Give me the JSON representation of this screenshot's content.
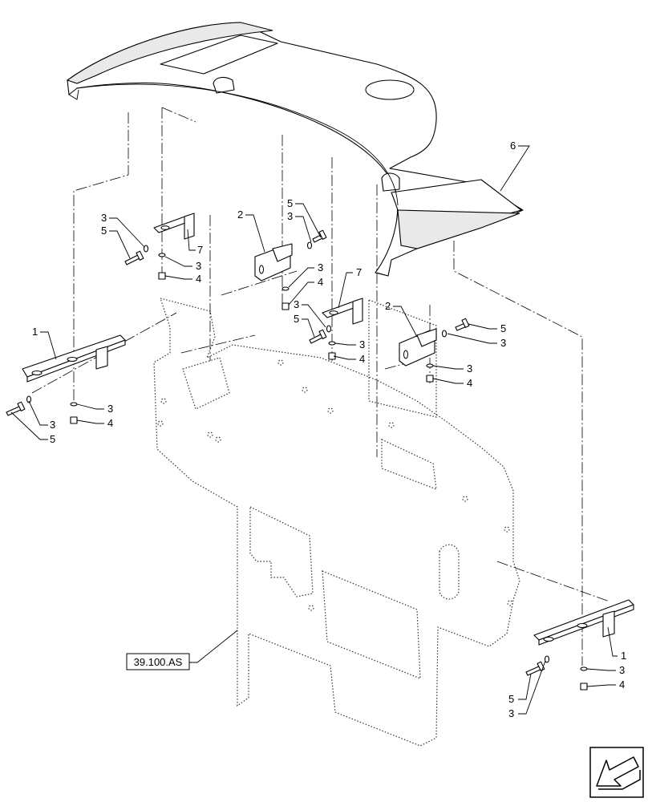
{
  "callouts": [
    {
      "id": "c6",
      "text": "6"
    },
    {
      "id": "c2a",
      "text": "2"
    },
    {
      "id": "c3a",
      "text": "3"
    },
    {
      "id": "c5a",
      "text": "5"
    },
    {
      "id": "c7a",
      "text": "7"
    },
    {
      "id": "c3b",
      "text": "3"
    },
    {
      "id": "c4a",
      "text": "4"
    },
    {
      "id": "c5b",
      "text": "5"
    },
    {
      "id": "c3c",
      "text": "3"
    },
    {
      "id": "c3d",
      "text": "3"
    },
    {
      "id": "c4b",
      "text": "4"
    },
    {
      "id": "c7b",
      "text": "7"
    },
    {
      "id": "c3e",
      "text": "3"
    },
    {
      "id": "c5c",
      "text": "5"
    },
    {
      "id": "c3f",
      "text": "3"
    },
    {
      "id": "c4c",
      "text": "4"
    },
    {
      "id": "c2b",
      "text": "2"
    },
    {
      "id": "c5d",
      "text": "5"
    },
    {
      "id": "c3g",
      "text": "3"
    },
    {
      "id": "c3h",
      "text": "3"
    },
    {
      "id": "c4d",
      "text": "4"
    },
    {
      "id": "c1a",
      "text": "1"
    },
    {
      "id": "c3i",
      "text": "3"
    },
    {
      "id": "c4e",
      "text": "4"
    },
    {
      "id": "c3j",
      "text": "3"
    },
    {
      "id": "c5e",
      "text": "5"
    },
    {
      "id": "c1b",
      "text": "1"
    },
    {
      "id": "c3k",
      "text": "3"
    },
    {
      "id": "c4f",
      "text": "4"
    },
    {
      "id": "c5f",
      "text": "5"
    },
    {
      "id": "c3l",
      "text": "3"
    }
  ],
  "reference_label": "39.100.AS",
  "colors": {
    "line": "#000000",
    "shade": "#e9e9e9",
    "background": "#ffffff"
  },
  "icons": {
    "nav_arrow": "arrow-down-left-icon"
  }
}
